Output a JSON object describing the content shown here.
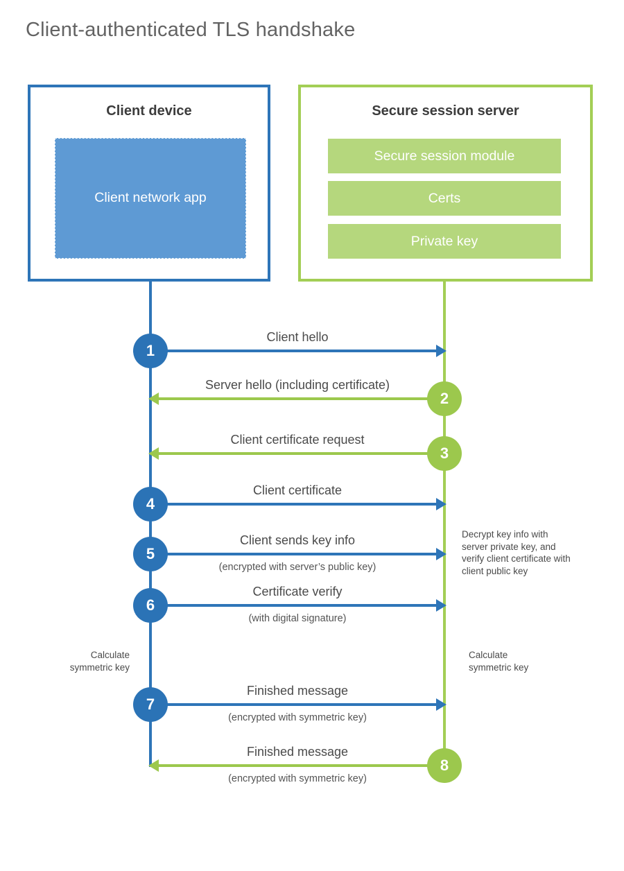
{
  "title": "Client-authenticated TLS handshake",
  "colors": {
    "blue": "#2E75B8",
    "blue_fill": "#5E9AD4",
    "green": "#9CC84D",
    "green_border": "#A3CE55",
    "green_fill": "#B5D77D"
  },
  "client_box": {
    "title": "Client device",
    "app_label": "Client network app"
  },
  "server_box": {
    "title": "Secure session server",
    "modules": [
      "Secure session module",
      "Certs",
      "Private key"
    ]
  },
  "messages": [
    {
      "num": "1",
      "label": "Client hello",
      "from": "client",
      "to": "server"
    },
    {
      "num": "2",
      "label": "Server hello (including certificate)",
      "from": "server",
      "to": "client"
    },
    {
      "num": "3",
      "label": "Client certificate request",
      "from": "server",
      "to": "client"
    },
    {
      "num": "4",
      "label": "Client certificate",
      "from": "client",
      "to": "server"
    },
    {
      "num": "5",
      "label": "Client sends key info",
      "sublabel": "(encrypted with server’s public key)",
      "from": "client",
      "to": "server"
    },
    {
      "num": "6",
      "label": "Certificate verify",
      "sublabel": "(with digital signature)",
      "from": "client",
      "to": "server"
    },
    {
      "num": "7",
      "label": "Finished message",
      "sublabel": "(encrypted with symmetric key)",
      "from": "client",
      "to": "server"
    },
    {
      "num": "8",
      "label": "Finished message",
      "sublabel": "(encrypted with symmetric key)",
      "from": "server",
      "to": "client"
    }
  ],
  "notes": {
    "decrypt": "Decrypt key info with server private key, and verify client certificate with client public key",
    "calc_left": {
      "line1": "Calculate",
      "line2": "symmetric key"
    },
    "calc_right": {
      "line1": "Calculate",
      "line2": "symmetric key"
    }
  }
}
